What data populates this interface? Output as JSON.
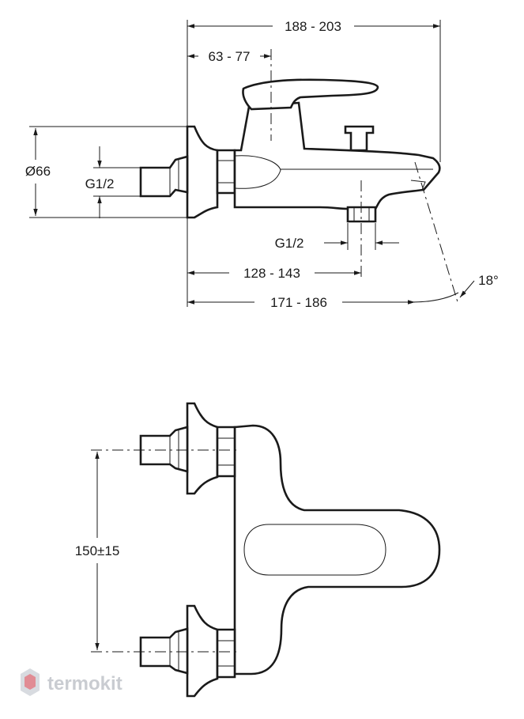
{
  "dimensions": {
    "total_length": "188 - 203",
    "lever_offset": "63 - 77",
    "flange_diameter": "Ø66",
    "inlet_thread": "G1/2",
    "outlet_thread": "G1/2",
    "outlet_offset": "128 - 143",
    "spout_reach": "171 - 186",
    "spout_angle": "18°",
    "inlet_spacing": "150±15"
  },
  "watermark": {
    "brand": "termokit",
    "logo_icon": "hexagon-logo-icon",
    "color": "#c9ccd1"
  }
}
